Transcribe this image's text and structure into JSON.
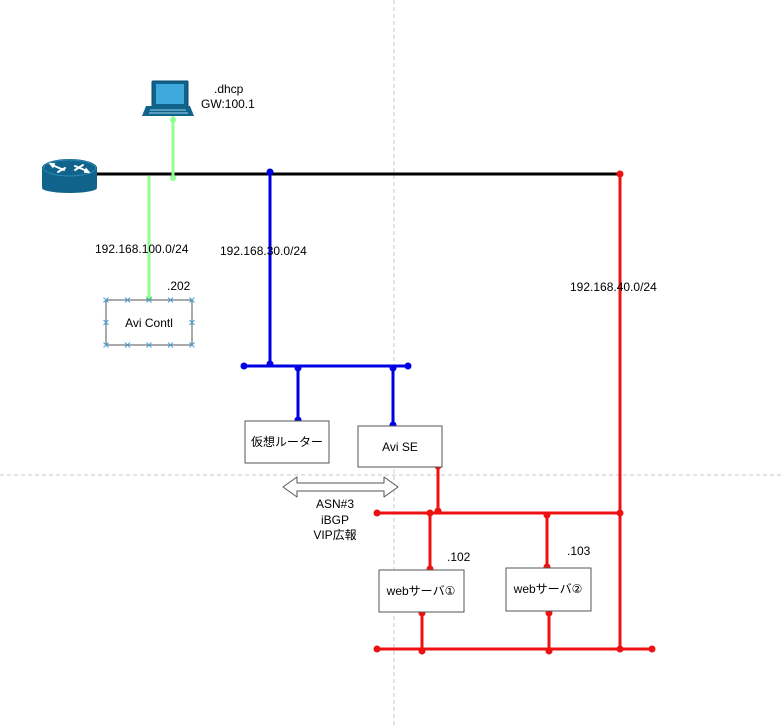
{
  "colors": {
    "black_link": "#000000",
    "green_link": "#8fff8f",
    "blue_link": "#0000e6",
    "red_link": "#ee1111",
    "router": "#10648c",
    "guide": "#c8c8c8"
  },
  "icons": [
    "router-icon",
    "pc-icon",
    "double-arrow-icon"
  ],
  "labels": {
    "pc_dhcp": ".dhcp",
    "pc_gw": "GW:100.1",
    "net_100": "192.168.100.0/24",
    "net_30": "192.168.30.0/24",
    "net_40": "192.168.40.0/24",
    "controller_ip": ".202",
    "web1_ip": ".102",
    "web2_ip": ".103",
    "bgp_asn": "ASN#3",
    "bgp_ibgp": "iBGP",
    "bgp_vip": "VIP広報"
  },
  "nodes": {
    "avi_controller": "Avi Contl",
    "virtual_router": "仮想ルーター",
    "avi_se": "Avi SE",
    "web1": "webサーバ①",
    "web2": "webサーバ②"
  }
}
